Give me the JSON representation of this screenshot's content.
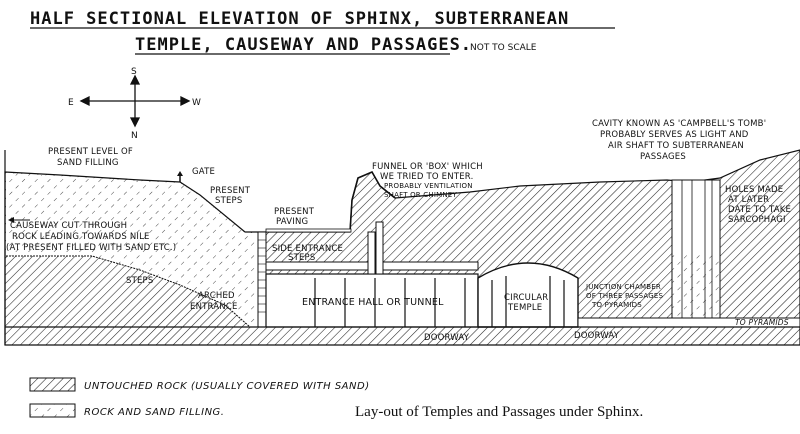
{
  "title": {
    "line1": "HALF SECTIONAL ELEVATION OF SPHINX, SUBTERRANEAN",
    "line2": "TEMPLE, CAUSEWAY AND PASSAGES.",
    "scale_note": "NOT TO SCALE"
  },
  "compass": {
    "north": "N",
    "south": "S",
    "east": "E",
    "west": "W"
  },
  "labels": {
    "sand_level_1": "PRESENT LEVEL OF",
    "sand_level_2": "SAND FILLING",
    "gate": "GATE",
    "steps_1": "PRESENT",
    "steps_2": "STEPS",
    "causeway_1": "CAUSEWAY CUT THROUGH",
    "causeway_2": "ROCK LEADING TOWARDS NILE",
    "causeway_3": "(AT PRESENT FILLED WITH SAND ETC.)",
    "steps": "STEPS",
    "arched_1": "ARCHED",
    "arched_2": "ENTRANCE",
    "paving_1": "PRESENT",
    "paving_2": "PAVING",
    "side_1": "SIDE ENTRANCE",
    "side_2": "STEPS",
    "funnel_1": "FUNNEL OR 'BOX' WHICH",
    "funnel_2": "WE TRIED TO ENTER.",
    "funnel_3": "PROBABLY VENTILATION",
    "funnel_4": "SHAFT OR CHIMNEY",
    "hall": "ENTRANCE HALL OR TUNNEL",
    "temple_1": "CIRCULAR",
    "temple_2": "TEMPLE",
    "doorway_1": "DOORWAY",
    "doorway_2": "DOORWAY",
    "junction_1": "JUNCTION CHAMBER",
    "junction_2": "OF THREE PASSAGES",
    "junction_3": "TO PYRAMIDS",
    "cavity_1": "CAVITY KNOWN AS 'CAMPBELL'S TOMB'",
    "cavity_2": "PROBABLY SERVES AS LIGHT AND",
    "cavity_3": "AIR SHAFT TO SUBTERRANEAN",
    "cavity_4": "PASSAGES",
    "holes_1": "HOLES MADE",
    "holes_2": "AT LATER",
    "holes_3": "DATE TO TAKE",
    "holes_4": "SARCOPHAGI",
    "to_pyramids": "TO PYRAMIDS"
  },
  "legend": {
    "rock": "UNTOUCHED ROCK (USUALLY COVERED WITH SAND)",
    "sand": "ROCK AND SAND FILLING."
  },
  "caption": "Lay-out of Temples and Passages under Sphinx."
}
